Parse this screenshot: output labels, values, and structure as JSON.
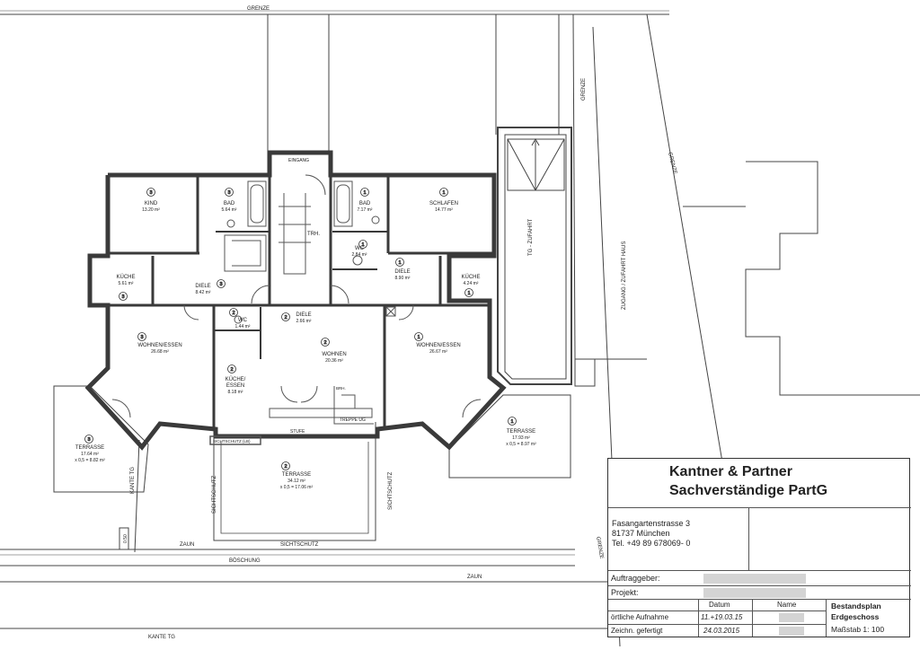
{
  "plan": {
    "boundary_labels": [
      "GRENZE",
      "GRENZE",
      "GRENZE",
      "GRENZE"
    ],
    "site_labels": {
      "zaun": "ZAUN",
      "zaun2": "ZAUN",
      "sichtschutz": "SICHTSCHUTZ",
      "sichtschutz_v1": "SICHTSCHUTZ",
      "sichtschutz_v2": "SICHTSCHUTZ",
      "boeschung": "BÖSCHUNG",
      "kante_tg": "KANTE TG",
      "kante_tg_v": "KANTE TG",
      "eingang": "EINGANG",
      "trh": "TRH.",
      "stufe": "STUFE",
      "treppe_ug": "TREPPE UG",
      "brh": "BRH.",
      "sichtschutz_box": "SICHTSCHUTZ (LB)",
      "tg_zufahrt": "TG - ZUFAHRT",
      "zugang": "ZUGANG / ZUFAHRT HAUS",
      "small_post": "0.50"
    },
    "rooms": [
      {
        "num": "3",
        "name": "KIND",
        "area": "13.20 m²"
      },
      {
        "num": "3",
        "name": "BAD",
        "area": "5.64 m²"
      },
      {
        "num": "1",
        "name": "BAD",
        "area": "7.17 m²"
      },
      {
        "num": "1",
        "name": "SCHLAFEN",
        "area": "14.77 m²"
      },
      {
        "num": "3",
        "name": "KÜCHE",
        "area": "5.61 m²"
      },
      {
        "num": "3",
        "name": "DIELE",
        "area": "8.42 m²"
      },
      {
        "num": "1",
        "name": "DIELE",
        "area": "8.90 m²"
      },
      {
        "num": "1",
        "name": "KÜCHE",
        "area": "4.24 m²"
      },
      {
        "num": "2",
        "name": "WC",
        "area": "1.44 m²"
      },
      {
        "num": "2",
        "name": "DIELE",
        "area": "2.66 m²"
      },
      {
        "num": "1",
        "name": "WC",
        "area": "2.84 m²"
      },
      {
        "num": "3",
        "name": "WOHNEN/ESSEN",
        "area": "26.68 m²"
      },
      {
        "num": "2",
        "name": "WOHNEN",
        "area": "20.36 m²"
      },
      {
        "num": "1",
        "name": "WOHNEN/ESSEN",
        "area": "26.67 m²"
      },
      {
        "num": "2",
        "name": "KÜCHE/",
        "name2": "ESSEN",
        "area": "8.18 m²"
      },
      {
        "num": "3",
        "name": "TERRASSE",
        "area": "17.64 m²",
        "area2": "x 0,5 = 8.82 m²"
      },
      {
        "num": "2",
        "name": "TERRASSE",
        "area": "34.12 m²",
        "area2": "x 0,5 = 17.06 m²"
      },
      {
        "num": "1",
        "name": "TERRASSE",
        "area": "17.93 m²",
        "area2": "x 0,5 = 8.97 m²"
      }
    ]
  },
  "title_block": {
    "firm_line1": "Kantner & Partner",
    "firm_line2": "Sachverständige PartG",
    "address1": "Fasangartenstrasse 3",
    "address2": "81737 München",
    "phone": "Tel. +49 89 678069- 0",
    "auftraggeber": "Auftraggeber:",
    "projekt": "Projekt:",
    "col_datum": "Datum",
    "col_name": "Name",
    "row1_label": "örtliche Aufnahme",
    "row1_date": "11.+19.03.15",
    "row2_label": "Zeichn. gefertigt",
    "row2_date": "24.03.2015",
    "doc_title1": "Bestandsplan",
    "doc_title2": "Erdgeschoss",
    "scale": "Maßstab 1:  100"
  }
}
